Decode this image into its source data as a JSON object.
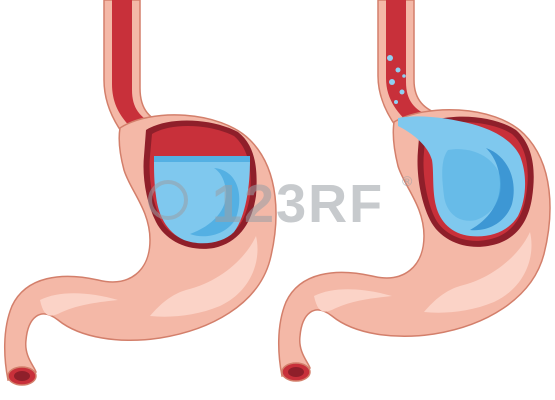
{
  "illustration": {
    "panels": [
      {
        "id": "left-stomach",
        "liquid_state": "partially-filled"
      },
      {
        "id": "right-stomach",
        "liquid_state": "filled-with-bubbles"
      }
    ],
    "colors": {
      "outer_skin": "#f4b8a7",
      "outer_outline": "#d37f6b",
      "inner_highlight": "#fbd3c7",
      "lining_red": "#c8303a",
      "lining_dark": "#8f1f2a",
      "water_light": "#7fc8ee",
      "water_mid": "#54b0e3",
      "water_dark": "#3d97d4",
      "bubble": "#8fd0f2"
    }
  },
  "watermark": {
    "text": "123RF",
    "registered": "®",
    "color": "#9aa0a6"
  }
}
